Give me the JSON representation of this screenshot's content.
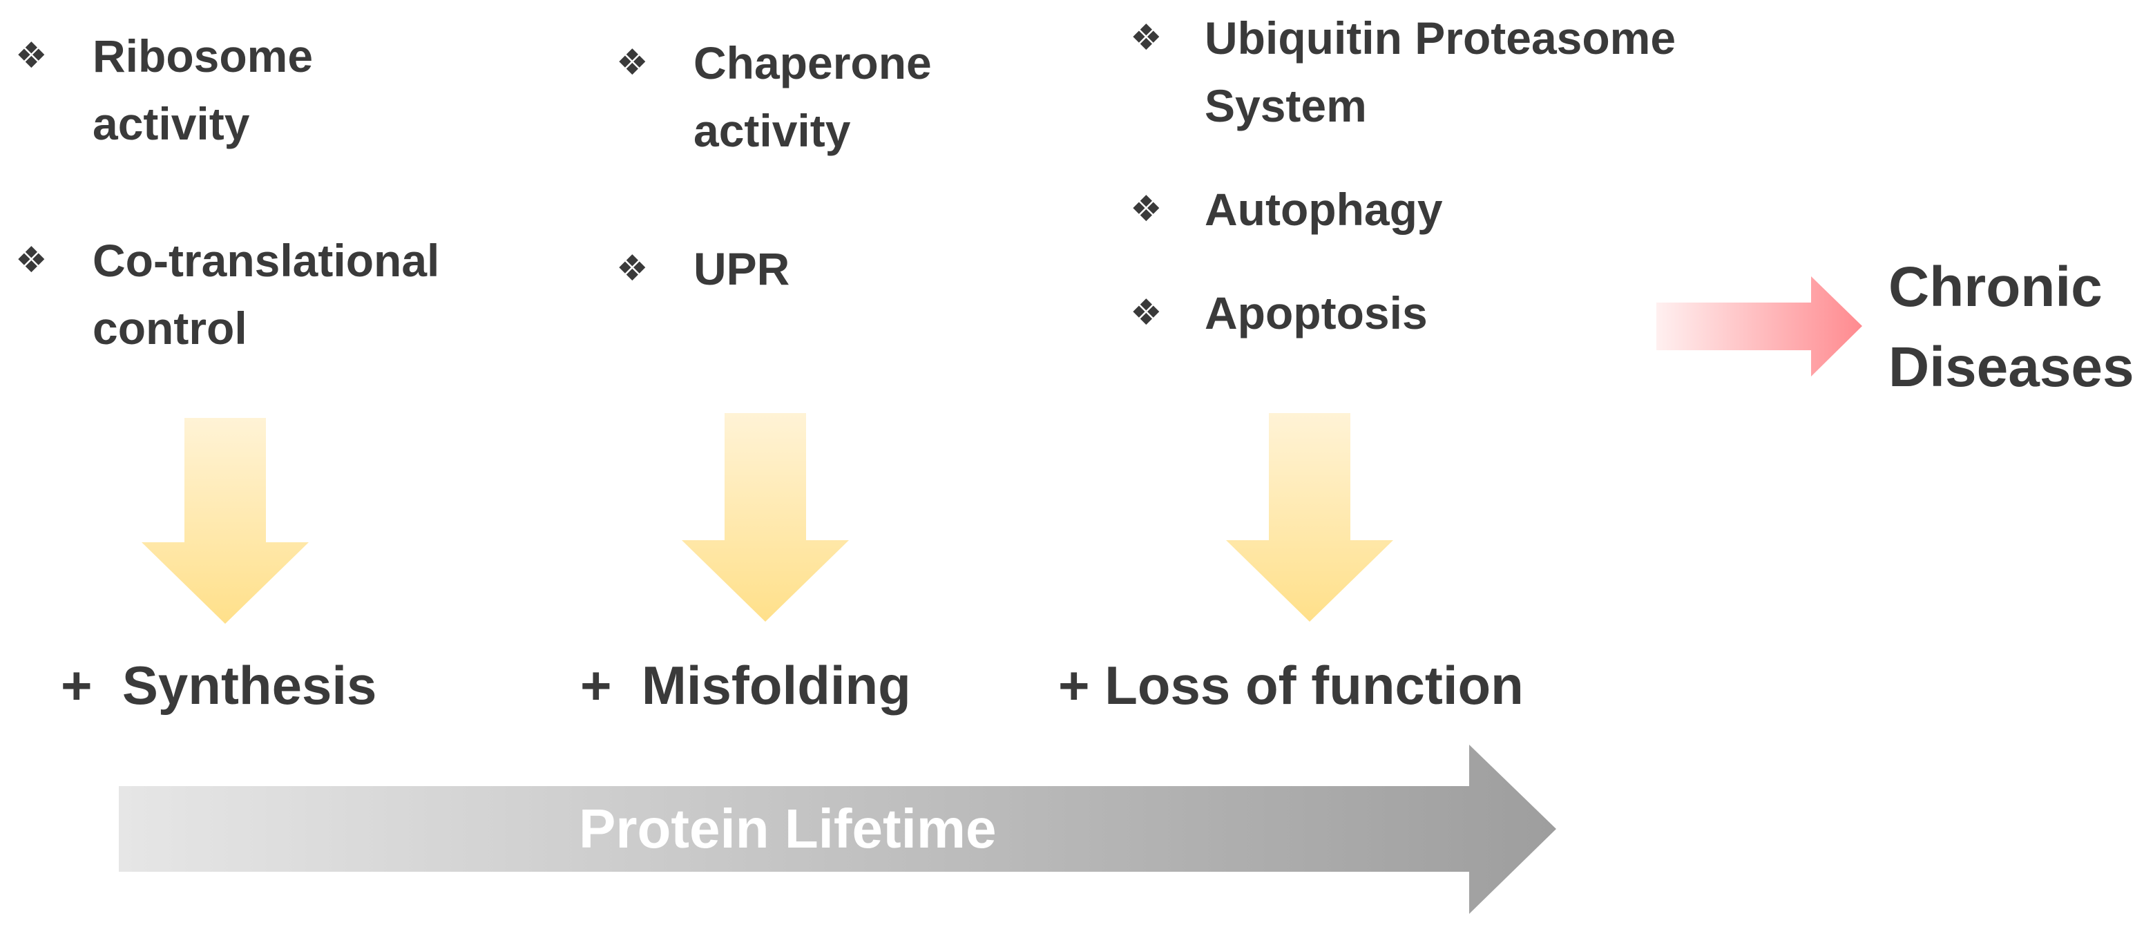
{
  "columns": [
    {
      "items": [
        {
          "lines": [
            "Ribosome",
            "activity"
          ]
        },
        {
          "lines": [
            "Co-translational",
            "control"
          ]
        }
      ]
    },
    {
      "items": [
        {
          "lines": [
            "Chaperone",
            "activity"
          ]
        },
        {
          "lines": [
            "UPR"
          ]
        }
      ]
    },
    {
      "items": [
        {
          "lines": [
            "Ubiquitin Proteasome",
            "System"
          ]
        },
        {
          "lines": [
            "Autophagy"
          ]
        },
        {
          "lines": [
            "Apoptosis"
          ]
        }
      ]
    }
  ],
  "bullet_glyph": "❖",
  "stages": [
    "+  Synthesis",
    "+  Misfolding",
    "+ Loss of function"
  ],
  "outcome": {
    "lines": [
      "Chronic",
      "Diseases"
    ]
  },
  "timeline_label": "Protein Lifetime",
  "colors": {
    "down_arrow_top": "#fff3d6",
    "down_arrow_bottom": "#ffe08a",
    "outcome_arrow_start": "#fff0f0",
    "outcome_arrow_end": "#ff8a8f",
    "timeline_start": "#e6e6e6",
    "timeline_end": "#9e9e9e",
    "text": "#3a3a3a"
  }
}
